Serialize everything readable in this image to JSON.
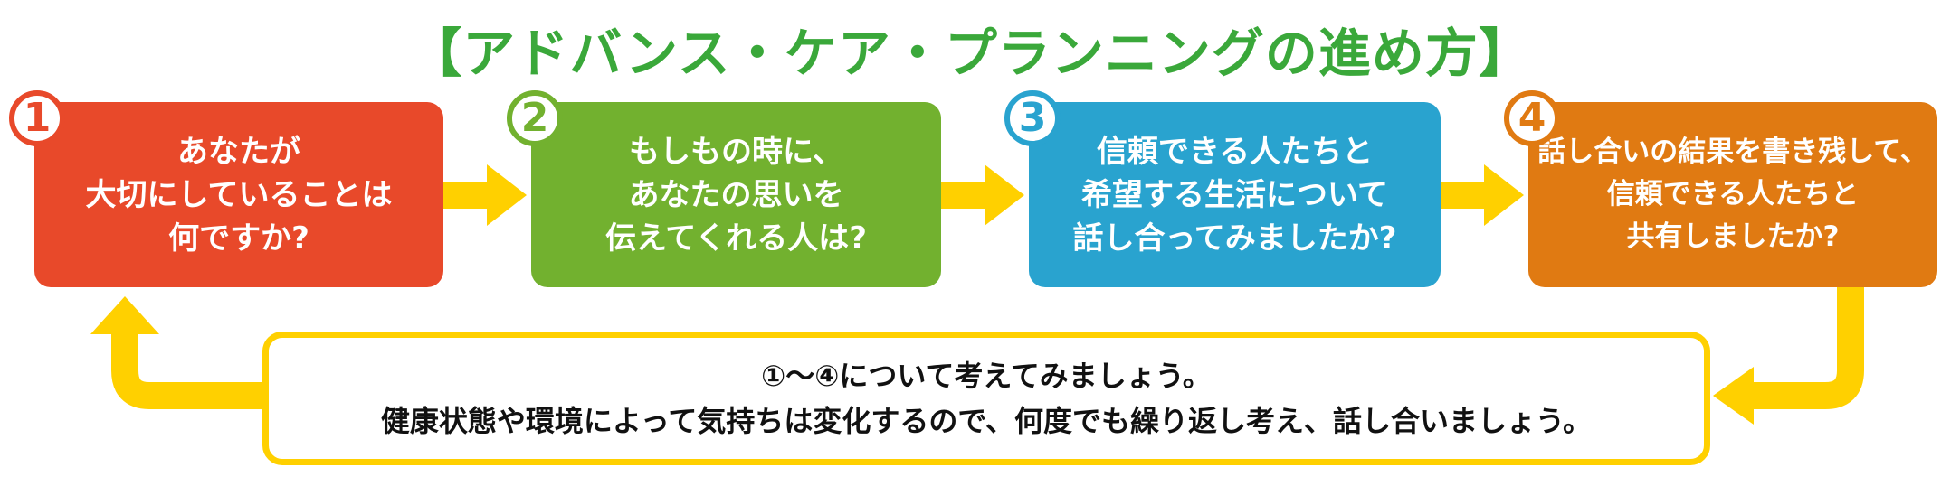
{
  "title": "【アドバンス・ケア・プランニングの進め方】",
  "colors": {
    "title": "#3aa83a",
    "arrow": "#ffd000",
    "step1": "#e8492a",
    "step2": "#72b12f",
    "step3": "#29a3cf",
    "step4": "#e07a12"
  },
  "steps": [
    {
      "number": "1",
      "text": "あなたが\n大切にしていることは\n何ですか?"
    },
    {
      "number": "2",
      "text": "もしもの時に、\nあなたの思いを\n伝えてくれる人は?"
    },
    {
      "number": "3",
      "text": "信頼できる人たちと\n希望する生活について\n話し合ってみましたか?"
    },
    {
      "number": "4",
      "text": "話し合いの結果を書き残して、\n信頼できる人たちと\n共有しましたか?"
    }
  ],
  "summary": "①〜④について考えてみましょう。\n健康状態や環境によって気持ちは変化するので、何度でも繰り返し考え、話し合いましょう。"
}
